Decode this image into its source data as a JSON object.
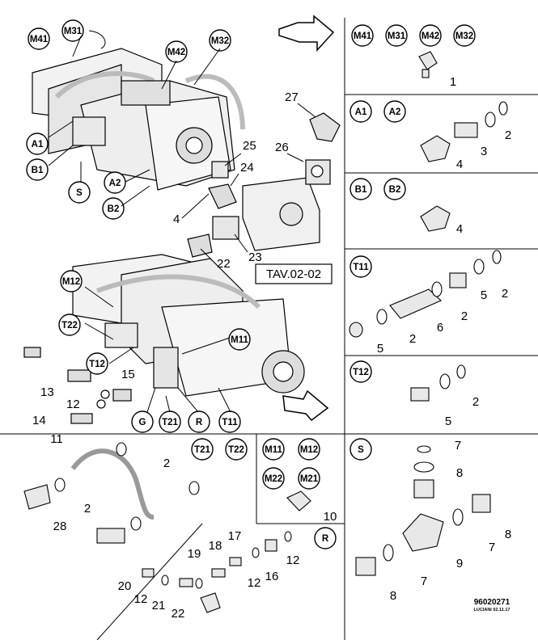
{
  "reference": {
    "code": "96020271",
    "author": "LUCIANI 02.11.17"
  },
  "top_label": "TAV.02-02",
  "sections": {
    "m_ports": {
      "badges": [
        "M41",
        "M31",
        "M42",
        "M32"
      ],
      "parts": [
        "1"
      ]
    },
    "a_ports": {
      "badges": [
        "A1",
        "A2"
      ],
      "parts": [
        "2",
        "3",
        "4"
      ]
    },
    "b_ports": {
      "badges": [
        "B1",
        "B2"
      ],
      "parts": [
        "4"
      ]
    },
    "t11": {
      "badges": [
        "T11"
      ],
      "parts": [
        "2",
        "5",
        "2",
        "6",
        "2",
        "5"
      ]
    },
    "t12": {
      "badges": [
        "T12"
      ],
      "parts": [
        "2",
        "5"
      ]
    },
    "s": {
      "badges": [
        "S"
      ],
      "parts": [
        "7",
        "8",
        "7",
        "8",
        "9",
        "7",
        "8"
      ]
    },
    "t21_t22": {
      "badges": [
        "T21",
        "T22"
      ],
      "parts": [
        "11",
        "2",
        "2",
        "28"
      ]
    },
    "m_gauges": {
      "badges": [
        "M11",
        "M12",
        "M22",
        "M21"
      ],
      "parts": [
        "10"
      ]
    },
    "r": {
      "badges": [
        "R"
      ],
      "parts": [
        "17",
        "18",
        "19",
        "12",
        "16",
        "12",
        "20",
        "12",
        "21",
        "22"
      ]
    }
  },
  "assembly_top": {
    "callouts": [
      "M41",
      "M31",
      "M42",
      "M32",
      "A1",
      "B1",
      "S",
      "A2",
      "B2"
    ],
    "parts": [
      "27",
      "26",
      "25",
      "24",
      "4",
      "22",
      "23"
    ]
  },
  "assembly_bottom": {
    "callouts": [
      "M12",
      "T22",
      "T12",
      "M11",
      "G",
      "T21",
      "R",
      "T11"
    ],
    "parts": [
      "13",
      "15",
      "12",
      "14"
    ]
  }
}
